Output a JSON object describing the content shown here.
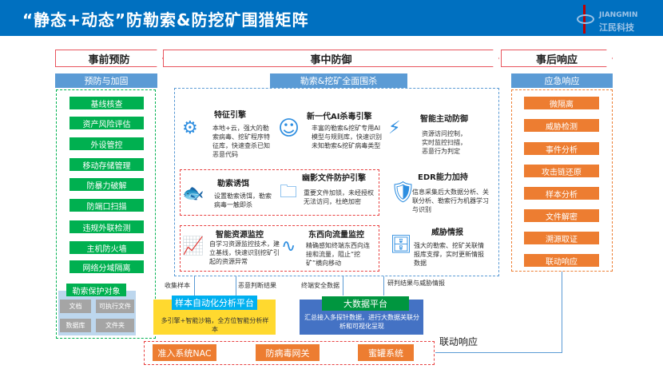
{
  "title": "“静态+动态”防勒索&防挖矿围猎矩阵",
  "logo": {
    "en": "JIANGMIN",
    "cn": "江民科技"
  },
  "phases": [
    "事前预防",
    "事中防御",
    "事后响应"
  ],
  "left": {
    "header": "预防与加固",
    "items": [
      "基线核查",
      "资产风险评估",
      "外设管控",
      "移动存储管理",
      "防暴力破解",
      "防端口扫描",
      "违规外联检测",
      "主机防火墙",
      "网络分域隔离"
    ],
    "protect": {
      "header": "勒索保护对象",
      "cells": [
        "文档",
        "可执行文件",
        "数据库",
        "文件夹"
      ]
    }
  },
  "middle": {
    "header": "勒索&挖矿全面围杀",
    "cards": [
      {
        "title": "特征引擎",
        "desc": "本地+云，强大的勒索病毒、挖矿程序特征库，快速查杀已知恶意代码"
      },
      {
        "title": "新一代AI杀毒引擎",
        "desc": "丰富的勒索&挖矿专用AI模型与规则库，快速识别未知勒索&挖矿病毒类型"
      },
      {
        "title": "智能主动防御",
        "desc": "资源访问控制，实时监控扫描，恶意行为判定"
      },
      {
        "title": "勒索诱饵",
        "desc": "设置勒索诱饵，勒索病毒一触即杀"
      },
      {
        "title": "幽影文件防护引擎",
        "desc": "重要文件加锁，未经授权无法访问，杜绝加密"
      },
      {
        "title": "EDR能力加持",
        "desc": "信息采集后大数据分析、关联分析、勒索行为机器学习与识别"
      },
      {
        "title": "智能资源监控",
        "desc": "自学习资源监控技术，建立基线，快速识别挖矿引起的资源异常"
      },
      {
        "title": "东西向流量监控",
        "desc": "精确感知终端东西向连接和流量，阻止“挖矿”横向移动"
      },
      {
        "title": "威胁情报",
        "desc": "强大的勒索、挖矿关联情报库支撑，实时更新情报数据"
      }
    ]
  },
  "flows": {
    "collect": "收集样本",
    "verdict": "恶意判断结果",
    "endpoint": "终端安全数据",
    "intel": "研判结果与威胁情报",
    "linkage": "联动响应"
  },
  "sandbox": {
    "header": "样本自动化分析平台",
    "desc": "多引擎+智能沙箱，全方位智能分析样本"
  },
  "bigdata": {
    "header": "大数据平台",
    "desc": "汇总接入多探针数据，进行大数据关联分析和可视化呈现"
  },
  "right": {
    "header": "应急响应",
    "items": [
      "微隔离",
      "威胁检测",
      "事件分析",
      "攻击链还原",
      "样本分析",
      "文件解密",
      "溯源取证",
      "联动响应"
    ]
  },
  "bottom": [
    "准入系统NAC",
    "防病毒网关",
    "蜜罐系统"
  ]
}
